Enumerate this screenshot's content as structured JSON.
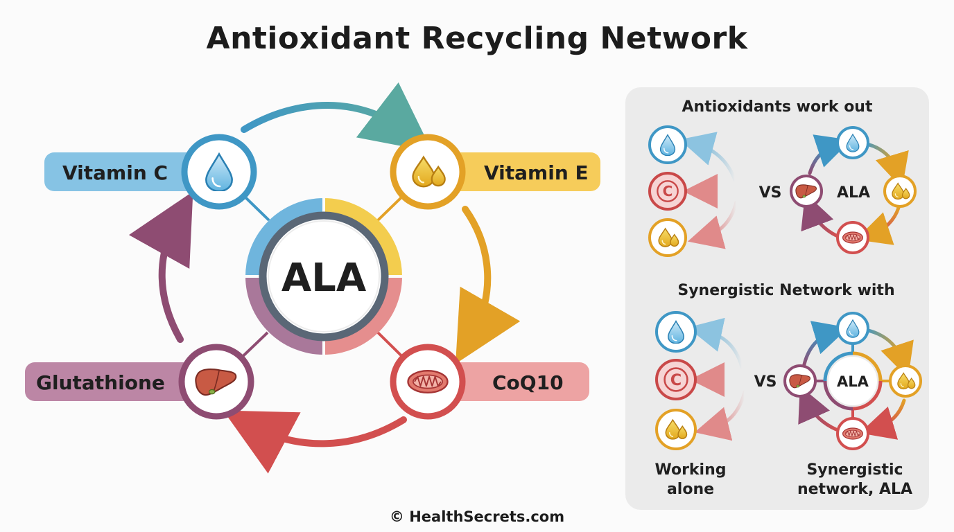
{
  "title": "Antioxidant Recycling Network",
  "footer": "© HealthSecrets.com",
  "main": {
    "center_label": "ALA",
    "nodes": [
      {
        "label": "Vitamin C",
        "icon": "water-drop-icon",
        "color": "#3f97c5"
      },
      {
        "label": "Vitamin E",
        "icon": "oil-drops-icon",
        "color": "#e3a126"
      },
      {
        "label": "CoQ10",
        "icon": "mitochondrion-icon",
        "color": "#d24f4f"
      },
      {
        "label": "Glutathione",
        "icon": "liver-icon",
        "color": "#8e4c72"
      }
    ]
  },
  "panel": {
    "top_heading": "Antioxidants work out",
    "top_vs": "VS",
    "top_right_center": "ALA",
    "bottom_heading": "Synergistic Network with",
    "bottom_vs": "VS",
    "bottom_right_center": "ALA",
    "caption_left": [
      "Working",
      "alone"
    ],
    "caption_right": [
      "Synergistic",
      "network, ALA"
    ],
    "vitamin_c_letter": "C"
  },
  "colors": {
    "blue": "#3f97c5",
    "yellow": "#e3a126",
    "red": "#d24f4f",
    "purple": "#8e4c72",
    "center_ring": "#5a6776"
  }
}
